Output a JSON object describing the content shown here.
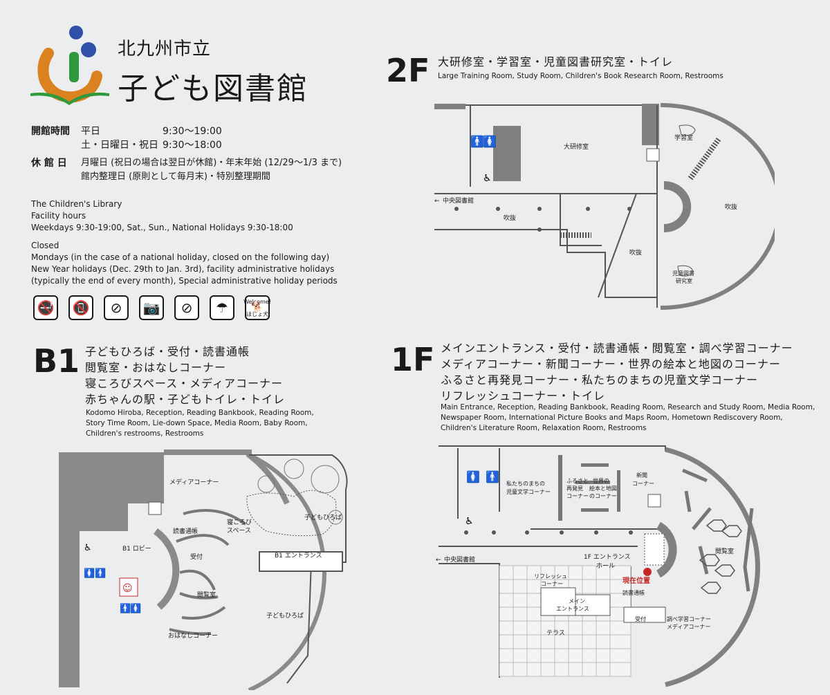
{
  "logo": {
    "subtitle": "北九州市立",
    "title": "子ども図書館"
  },
  "hours_jp": {
    "label_open": "開館時間",
    "weekday": "平日",
    "weekday_time": "9:30～19:00",
    "weekend": "土・日曜日・祝日",
    "weekend_time": "9:30～18:00",
    "label_closed": "休 館 日",
    "closed_1": "月曜日 (祝日の場合は翌日が休館)・年末年始 (12/29～1/3 まで)",
    "closed_2": "館内整理日 (原則として毎月末)・特別整理期間"
  },
  "hours_en": {
    "line1": "The Children's Library",
    "line2": "Facility hours",
    "line3": "Weekdays 9:30-19:00,    Sat., Sun., National Holidays 9:30-18:00",
    "line4": "Closed",
    "line5": "Mondays (in the case of a national holiday, closed on the following day)",
    "line6": "New Year holidays (Dec. 29th to Jan. 3rd), facility administrative holidays",
    "line7": "(typically the end of every month), Special administrative holiday periods"
  },
  "rule_icons": [
    "no-smoking-icon",
    "no-phone-icon",
    "no-food-icon",
    "no-camera-icon",
    "no-pets-icon",
    "no-umbrella-icon",
    "welcome-hojoken-icon"
  ],
  "welcome_icon": {
    "top": "Welcome!",
    "bottom": "ほじょ犬"
  },
  "b1": {
    "label": "B1",
    "jp": [
      "子どもひろば・受付・読書通帳",
      "閲覧室・おはなしコーナー",
      "寝ころびスペース・メディアコーナー",
      "赤ちゃんの駅・子どもトイレ・トイレ"
    ],
    "en": [
      "Kodomo Hiroba,  Reception,  Reading Bankbook,  Reading Room,",
      "Story Time Room,  Lie-down Space,  Media Room,  Baby Room,",
      "Children's restrooms,  Restrooms"
    ],
    "map": {
      "media": "メディアコーナー",
      "lie1": "寝ころび",
      "lie2": "スペース",
      "hiroba": "子どもひろば",
      "lobby": "B1 ロビー",
      "bankbook": "読書通帳",
      "reception": "受付",
      "entrance": "B1 エントランス",
      "reading": "閲覧室",
      "story": "おはなしコーナー",
      "hiroba2": "子どもひろば"
    }
  },
  "f2": {
    "label": "2F",
    "jp": "大研修室・学習室・児童図書研究室・トイレ",
    "en": "Large Training Room,  Study Room,  Children's Book Research Room,  Restrooms",
    "map": {
      "training": "大研修室",
      "study": "学習室",
      "central": "中央図書館",
      "atrium1": "吹抜",
      "atrium2": "吹抜",
      "atrium3": "吹抜",
      "research1": "児童図書",
      "research2": "研究室"
    }
  },
  "f1": {
    "label": "1F",
    "jp": [
      "メインエントランス・受付・読書通帳・閲覧室・調べ学習コーナー",
      "メディアコーナー・新聞コーナー・世界の絵本と地図のコーナー",
      "ふるさと再発見コーナー・私たちのまちの児童文学コーナー",
      "リフレッシュコーナー・トイレ"
    ],
    "en": [
      "Main Entrance,  Reception,  Reading Bankbook,  Reading Room,  Research and Study Room,  Media Room,",
      "Newspaper Room,  International Picture Books and Maps Room,  Hometown Rediscovery Room,",
      "Children's Literature Room,  Relaxation Room,  Restrooms"
    ],
    "map": {
      "lit1": "私たちのまちの",
      "lit2": "児童文学コーナー",
      "furu1": "ふるさと",
      "furu2": "再発見",
      "furu3": "コーナー",
      "world1": "世界の",
      "world2": "絵本と地図",
      "world3": "のコーナー",
      "news1": "新聞",
      "news2": "コーナー",
      "central": "中央図書館",
      "hall1": "1F エントランス",
      "hall2": "ホール",
      "here": "現在位置",
      "refresh1": "リフレッシュ",
      "refresh2": "コーナー",
      "main1": "メイン",
      "main2": "エントランス",
      "bankbook": "読書通帳",
      "reception": "受付",
      "research1": "調べ学習コーナー",
      "research2": "メディアコーナー",
      "reading": "閲覧室",
      "terrace": "テラス"
    }
  },
  "colors": {
    "logo_orange": "#d9821f",
    "logo_green": "#2e9a3c",
    "logo_blue": "#2f4fa8",
    "wall": "#808080",
    "here_red": "#c62828"
  }
}
